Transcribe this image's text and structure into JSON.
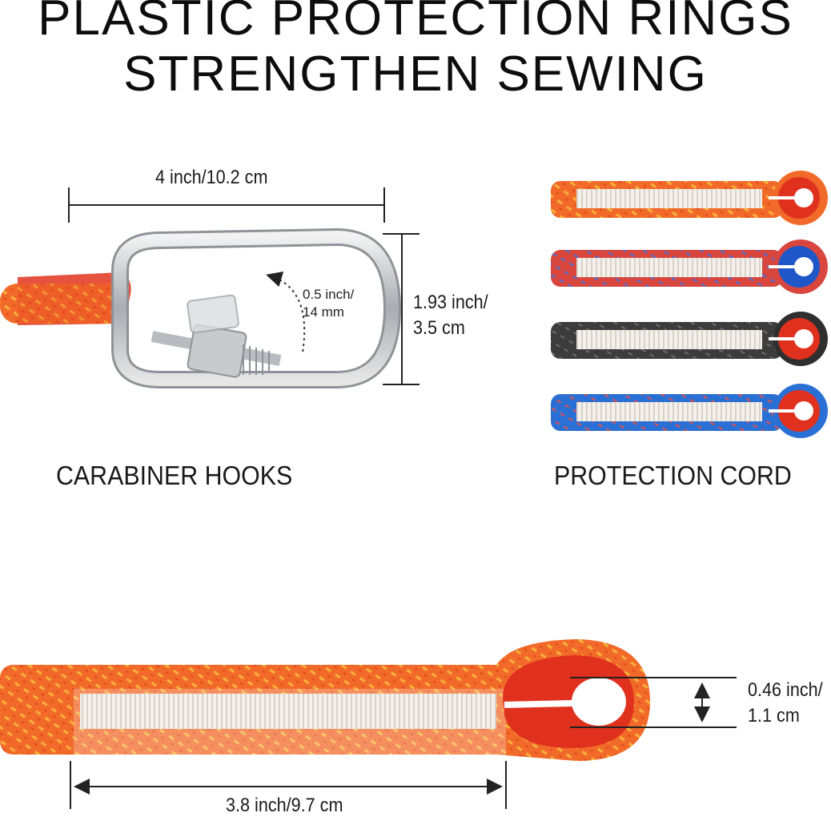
{
  "heading": {
    "line1": "PLASTIC PROTECTION RINGS",
    "line2": "STRENGTHEN SEWING"
  },
  "carabiner": {
    "caption": "CARABINER HOOKS",
    "width_label": "4 inch/10.2 cm",
    "height_label_line1": "1.93 inch/",
    "height_label_line2": "3.5 cm",
    "gate_label_line1": "0.5 inch/",
    "gate_label_line2": "14 mm"
  },
  "protection_cord": {
    "caption": "PROTECTION CORD",
    "variants": [
      {
        "name": "orange-red",
        "rope_color": "#f2662a",
        "ring_color": "#e0301e"
      },
      {
        "name": "red-blue",
        "rope_color": "#d8423a",
        "ring_color": "#1f57c8"
      },
      {
        "name": "black-red",
        "rope_color": "#3a3a3a",
        "ring_color": "#e0301e"
      },
      {
        "name": "blue-red",
        "rope_color": "#2a6fd0",
        "ring_color": "#e0301e"
      }
    ]
  },
  "cord_detail": {
    "ring_label_line1": "0.46 inch/",
    "ring_label_line2": "1.1 cm",
    "length_label": "3.8 inch/9.7 cm"
  }
}
